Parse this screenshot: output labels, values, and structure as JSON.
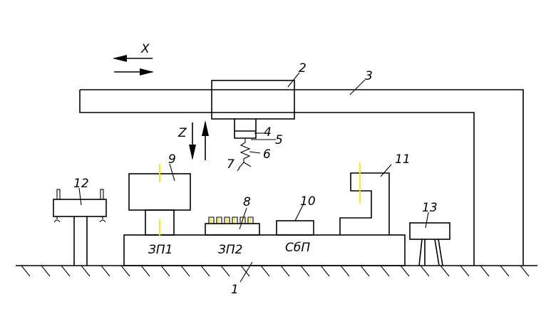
{
  "axes": {
    "x": "X",
    "z": "Z"
  },
  "numbers": {
    "n1": "1",
    "n2": "2",
    "n3": "3",
    "n4": "4",
    "n5": "5",
    "n6": "6",
    "n7": "7",
    "n8": "8",
    "n9": "9",
    "n10": "10",
    "n11": "11",
    "n12": "12",
    "n13": "13"
  },
  "zones": {
    "zp1": "ЗП1",
    "zp2": "ЗП2",
    "sbp": "СбП"
  },
  "colors": {
    "line": "#000000",
    "marker": "#ffe600"
  }
}
